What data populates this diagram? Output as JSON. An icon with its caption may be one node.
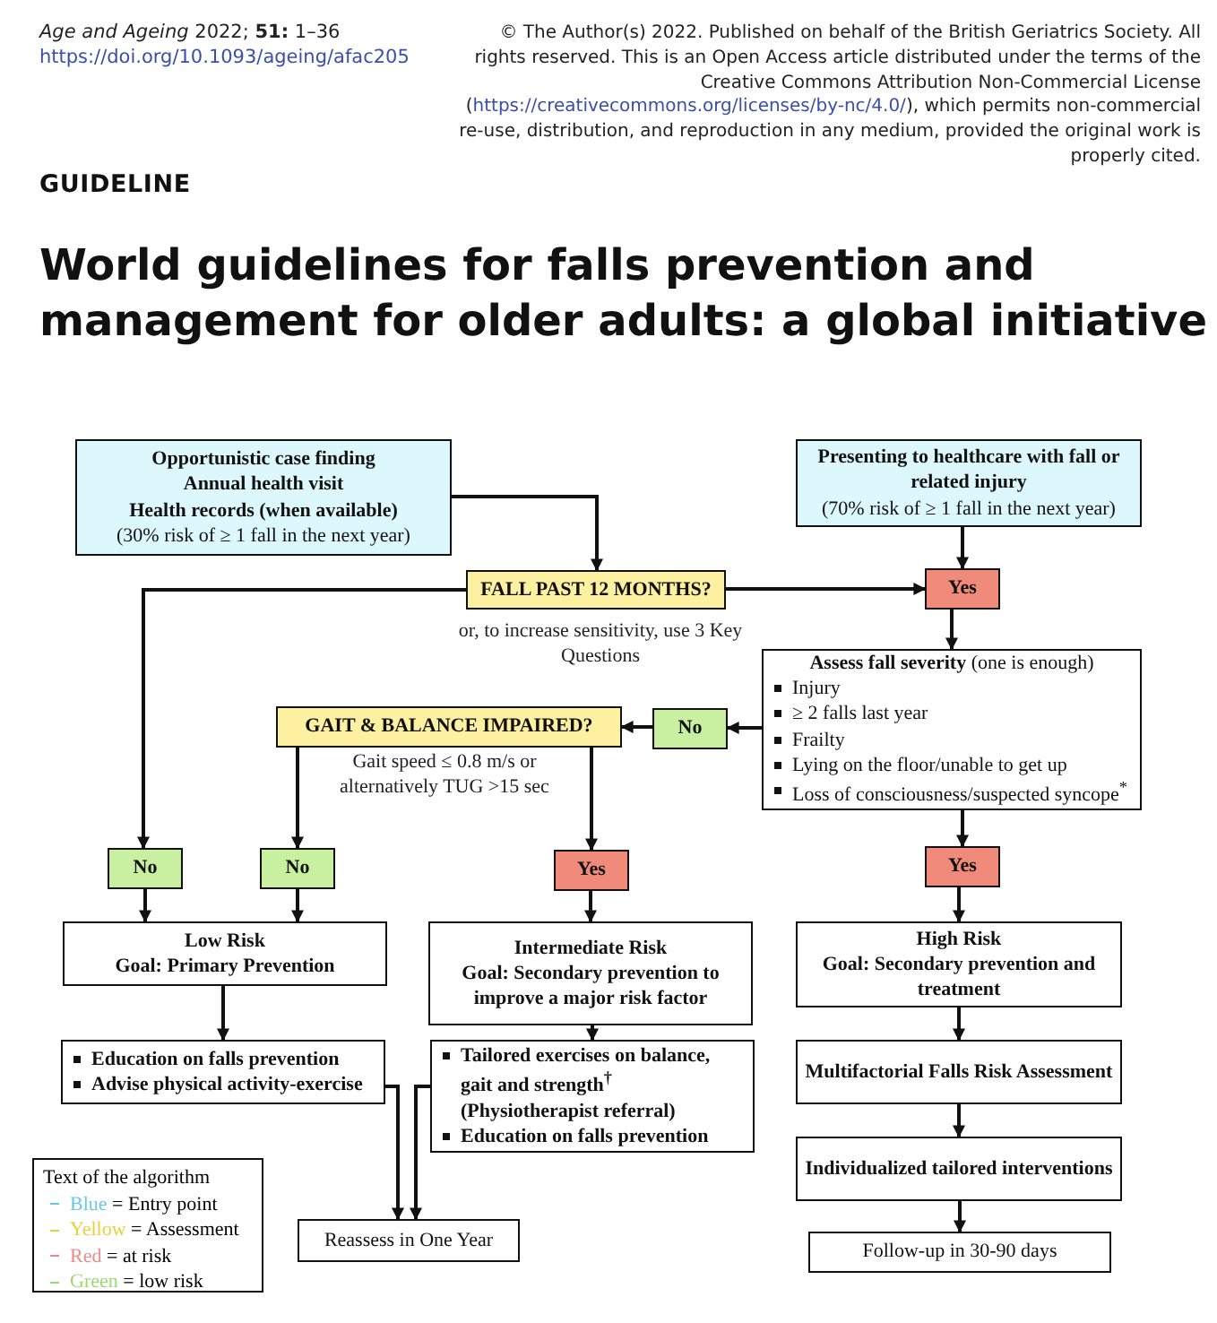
{
  "diagram": {
    "title": "World guidelines for falls prevention and management for older adults: a global initiative",
    "nodes": [
      {
        "text": [
          "Opportunistic case finding",
          "Annual health visit",
          "Health records (when available)",
          "(30% risk of ≥ 1 fall in the next year)"
        ]
      },
      {
        "text": [
          "Presenting to healthcare with fall or related injury",
          "(70% risk of ≥ 1 fall in the next year)"
        ]
      },
      {
        "text": [
          "FALL PAST 12 MONTHS?"
        ],
        "beside": [
          "or, to increase sensitivity, use 3 Key Questions"
        ]
      },
      {
        "text": [
          "Yes"
        ]
      },
      {
        "text": [
          "**Assess fall severity** (one is enough)",
          "Injury",
          "≥ 2 falls last year",
          "Frailty",
          "Lying on the floor/unable to get up",
          "Loss of consciousness/suspected syncope$^{*}$"
        ]
      },
      {
        "text": [
          "GAIT & BALANCE IMPAIRED?"
        ],
        "beside": [
          "Gait speed ≤ 0.8 m/s or alternatively TUG >15 sec"
        ]
      },
      {
        "text": [
          "No"
        ]
      },
      {
        "text": [
          "No"
        ]
      },
      {
        "text": [
          "No"
        ]
      },
      {
        "text": [
          "Yes"
        ]
      },
      {
        "text": [
          "Yes"
        ]
      },
      {
        "text": [
          "Low Risk",
          "Goal:  Primary Prevention"
        ]
      },
      {
        "text": [
          "Intermediate  Risk",
          "Goal: Secondary prevention to improve a major risk factor"
        ]
      },
      {
        "text": [
          "High Risk",
          "Goal: Secondary prevention and treatment"
        ]
      },
      {
        "text": [
          "Education on falls prevention",
          "Advise physical activity-exercise"
        ]
      },
      {
        "text": [
          "Tailored exercises on balance, gait and strength$^{†}$ (Physiotherapist referral)",
          "Education on falls prevention"
        ]
      },
      {
        "text": [
          "Multifactorial Falls Risk Assessment"
        ]
      },
      {
        "text": [
          "Individualized tailored interventions"
        ]
      },
      {
        "text": [
          "Reassess in One Year"
        ]
      },
      {
        "text": [
          "Follow-up in 30-90 days"
        ]
      }
    ],
    "edges": [
      {
        "from": 0,
        "to": 2,
        "arrow": "to"
      },
      {
        "from": 1,
        "to": 3,
        "arrow": "to"
      },
      {
        "from": 2,
        "to": 3,
        "arrow": "to"
      },
      {
        "from": 2,
        "to": 7,
        "arrow": "to"
      },
      {
        "from": 3,
        "to": 4,
        "arrow": "to"
      },
      {
        "from": 4,
        "to": 6,
        "arrow": "to"
      },
      {
        "from": 6,
        "to": 5,
        "arrow": "to"
      },
      {
        "from": 5,
        "to": 8,
        "arrow": "to"
      },
      {
        "from": 5,
        "to": 9,
        "arrow": "to"
      },
      {
        "from": 4,
        "to": 10,
        "arrow": "to"
      },
      {
        "from": 7,
        "to": 11,
        "arrow": "to"
      },
      {
        "from": 8,
        "to": 11,
        "arrow": "to"
      },
      {
        "from": 9,
        "to": 12,
        "arrow": "to"
      },
      {
        "from": 10,
        "to": 13,
        "arrow": "to"
      },
      {
        "from": 11,
        "to": 14,
        "arrow": "to"
      },
      {
        "from": 12,
        "to": 15,
        "arrow": "to"
      },
      {
        "from": 13,
        "to": 16,
        "arrow": "to"
      },
      {
        "from": 16,
        "to": 17,
        "arrow": "to"
      },
      {
        "from": 17,
        "to": 19,
        "arrow": "to"
      },
      {
        "from": 14,
        "to": 18,
        "arrow": "to"
      },
      {
        "from": 15,
        "to": 18,
        "arrow": "to"
      }
    ],
    "labels": [
      "*Age and Ageing* 2022; **51:** 1–36",
      "https://doi.org/10.1093/ageing/afac205",
      "© The Author(s) 2022. Published on behalf of the British Geriatrics Society. All rights reserved. This is an Open Access article distributed under the terms of the Creative Commons Attribution Non-Commercial License (",
      "https://creativecommons.org/licenses/by-nc/4.0/",
      "), which permits non-commercial re-use, distribution, and reproduction in any medium, provided the original work is properly cited.",
      "GUIDELINE",
      "Text of the algorithm"
    ],
    "legend": [
      {
        "text": "Blue = Entry point",
        "color": "#6cc8e0"
      },
      {
        "text": "Yellow = Assessment",
        "color": "#e6d23c"
      },
      {
        "text": "Red = at risk",
        "color": "#ee8a8a"
      },
      {
        "text": "Green = low risk",
        "color": "#9ed870"
      }
    ]
  }
}
